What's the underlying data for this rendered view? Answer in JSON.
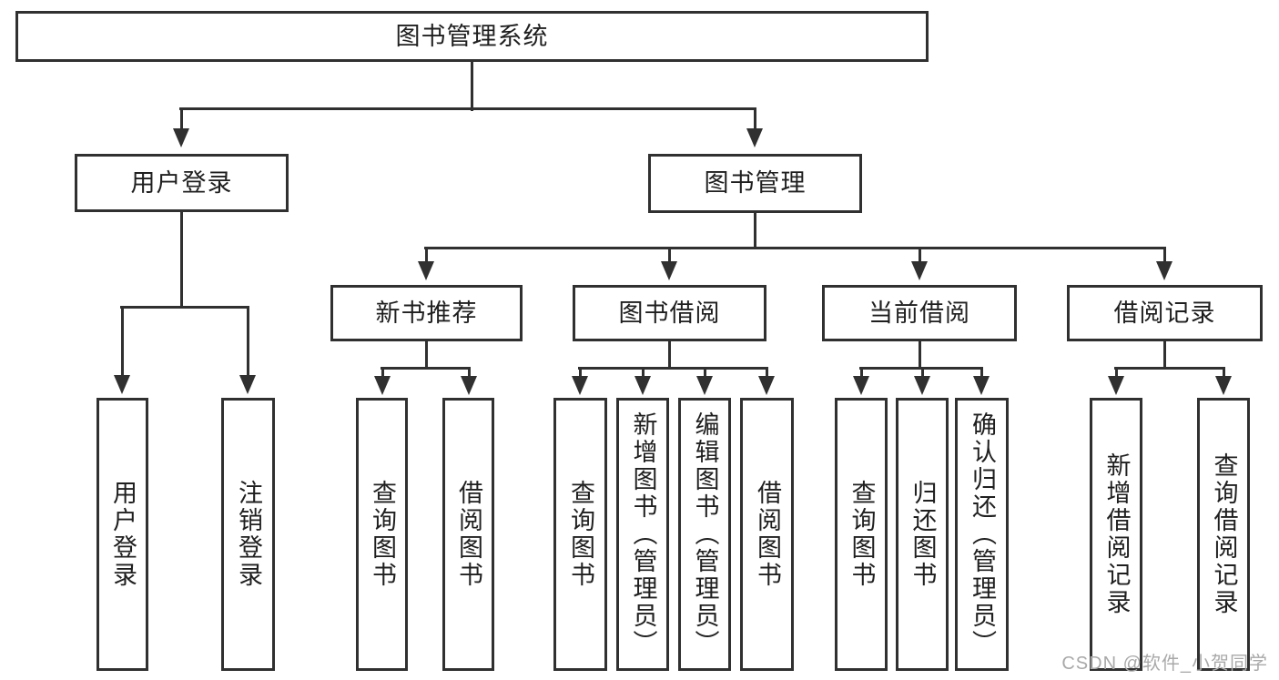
{
  "tree": {
    "root": "图书管理系统",
    "user": {
      "label": "用户登录",
      "children": [
        "用户登录",
        "注销登录"
      ]
    },
    "book": {
      "label": "图书管理",
      "sections": [
        {
          "label": "新书推荐",
          "children": [
            "查询图书",
            "借阅图书"
          ]
        },
        {
          "label": "图书借阅",
          "children": [
            "查询图书",
            "新增图书（管理员）",
            "编辑图书（管理员）",
            "借阅图书"
          ]
        },
        {
          "label": "当前借阅",
          "children": [
            "查询图书",
            "归还图书",
            "确认归还（管理员）"
          ]
        },
        {
          "label": "借阅记录",
          "children": [
            "新增借阅记录",
            "查询借阅记录"
          ]
        }
      ]
    }
  },
  "watermark": {
    "text": "CSDN @软件_小贺同学"
  },
  "colors": {
    "line": "#303030",
    "text": "#1f1f1f",
    "watermark": "#a9a9a9",
    "background": "#ffffff"
  }
}
